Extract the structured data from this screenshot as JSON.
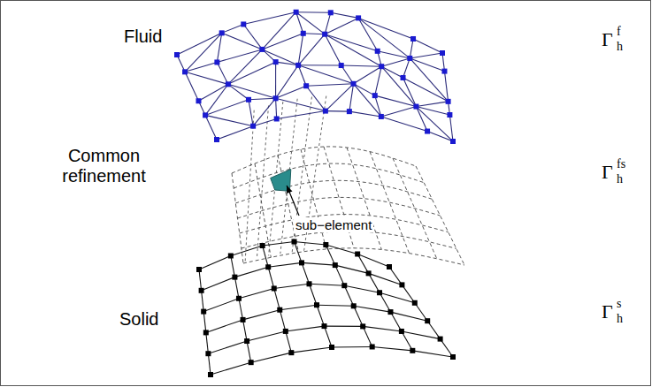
{
  "diagram": {
    "labels": [
      "Fluid",
      "Γ",
      "f",
      "h",
      "Common refinement",
      "sub−element",
      "Γ",
      "fs",
      "h",
      "Solid",
      "Γ",
      "s",
      "h"
    ]
  }
}
